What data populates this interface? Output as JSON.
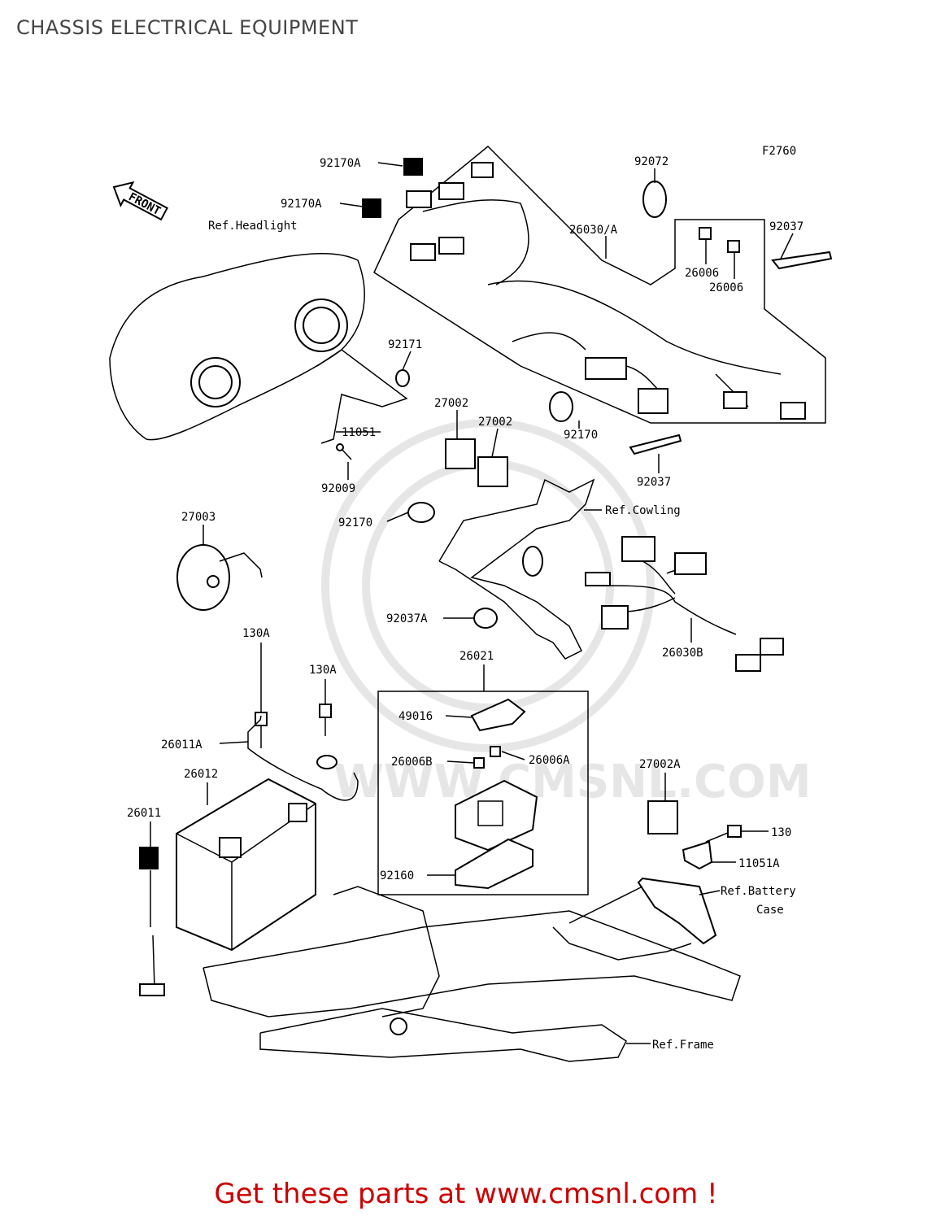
{
  "title": "CHASSIS ELECTRICAL EQUIPMENT",
  "figure_code": "F2760",
  "front_arrow_label": "FRONT",
  "watermark": "WWW.CMSNL.COM",
  "labels": {
    "p92170A_1": "92170A",
    "p92170A_2": "92170A",
    "p92072": "92072",
    "p26030A": "26030/A",
    "p92037_top": "92037",
    "p26006_1": "26006",
    "p26006_2": "26006",
    "ref_headlight": "Ref.Headlight",
    "p92171": "92171",
    "p11051": "11051",
    "p92009": "92009",
    "p27002_1": "27002",
    "p27002_2": "27002",
    "p92170_right": "92170",
    "p92037_mid": "92037",
    "p27003": "27003",
    "p92170_mid": "92170",
    "ref_cowling": "Ref.Cowling",
    "p92037A": "92037A",
    "p26030B": "26030B",
    "p130A_1": "130A",
    "p130A_2": "130A",
    "p26021": "26021",
    "p49016": "49016",
    "p26006B": "26006B",
    "p26006A": "26006A",
    "p26011A": "26011A",
    "p26012": "26012",
    "p26011": "26011",
    "p27002A": "27002A",
    "p130": "130",
    "p11051A": "11051A",
    "ref_battery_1": "Ref.Battery",
    "ref_battery_2": "Case",
    "p92160": "92160",
    "ref_frame": "Ref.Frame"
  },
  "footer": "Get these parts at www.cmsnl.com !"
}
